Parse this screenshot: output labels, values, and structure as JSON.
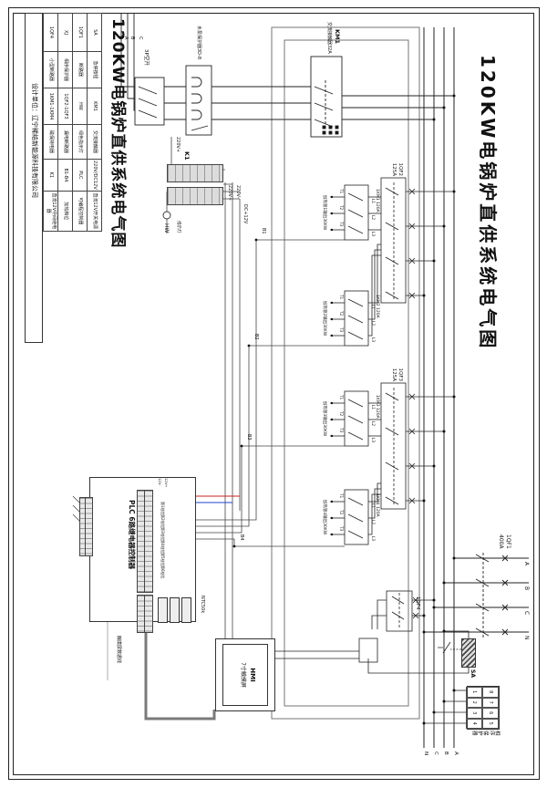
{
  "titles": {
    "main": "120KW电锅炉直供系统电气图"
  },
  "title_block": {
    "design_unit": "设计单位：辽宁稀结新能源科技有限公司",
    "legend_rows": [
      [
        "SA",
        "急停按钮",
        "KM1",
        "交流接触器",
        "220V/DC12V",
        "直流12V开关电源"
      ],
      [
        "1QF1",
        "断路器",
        "HW",
        "绿色指示灯",
        "PLC",
        "可编程控制器"
      ],
      [
        "XJ",
        "相序保护器",
        "1QF2-1QF3",
        "漏电断路器",
        "B1-B4",
        "加热档位"
      ],
      [
        "1QF4",
        "小型断路器",
        "1KM1-1KM4",
        "磁保持电器",
        "K1",
        "直流12V中间继电器"
      ]
    ]
  },
  "power": {
    "incoming": {
      "breaker": "1QF1",
      "rating": "400A",
      "phases": [
        "A",
        "B",
        "C",
        "N"
      ]
    },
    "bus_labels": [
      "A",
      "B",
      "C",
      "N"
    ],
    "phase_protector": {
      "label": "相序保护器",
      "terminals_top": [
        "8",
        "7",
        "6",
        "5"
      ],
      "terminals_bottom": [
        "1",
        "2",
        "3",
        "4"
      ]
    },
    "estop": {
      "label": "SA"
    },
    "aux_breaker": {
      "label": "1QF4"
    }
  },
  "pump_branch": {
    "switch": "3P空开",
    "protector": "水泵保护器3D-8",
    "out_phases": [
      "A",
      "B",
      "C"
    ]
  },
  "contactor": {
    "name": "KM1",
    "desc": "交流接触器32A"
  },
  "heater_branches": {
    "breakers": [
      {
        "name": "1QF2",
        "rating": "125A"
      },
      {
        "name": "1QF3",
        "rating": "125A"
      }
    ],
    "t_labels": [
      "T1",
      "T2",
      "T3"
    ],
    "l_labels": [
      "L1",
      "L2",
      "L3"
    ],
    "modules": [
      {
        "name": "1KM1 120A",
        "output": "加热管1输出30KW",
        "coil": "B1"
      },
      {
        "name": "1KM2 120A",
        "output": "加热管2输出30KW",
        "coil": "B2"
      },
      {
        "name": "1KM3 120A",
        "output": "加热管3输出30KW",
        "coil": "B3"
      },
      {
        "name": "1KM4 120A",
        "output": "加热管4输出30KW",
        "coil": "B4"
      }
    ]
  },
  "control": {
    "relay_block": "K1",
    "indicator": {
      "code": "HW",
      "label": "指示灯"
    },
    "wire_labels": {
      "v220p": "220V+",
      "v220n": "220V-",
      "dc12": "DC+12V",
      "v220p2": "220V+"
    },
    "plc": {
      "label": "PLC 6路继电器控制器",
      "outputs": [
        "第1档位",
        "第2档位",
        "第3档位",
        "第4档位",
        "第5档位",
        "第6档位"
      ],
      "supply": [
        "12V+",
        "12V-"
      ]
    },
    "ntc": "NTC50k",
    "hmi": {
      "name": "HMI",
      "desc": "7寸触摸屏"
    },
    "hmi_cable": "触摸屏数据线"
  }
}
